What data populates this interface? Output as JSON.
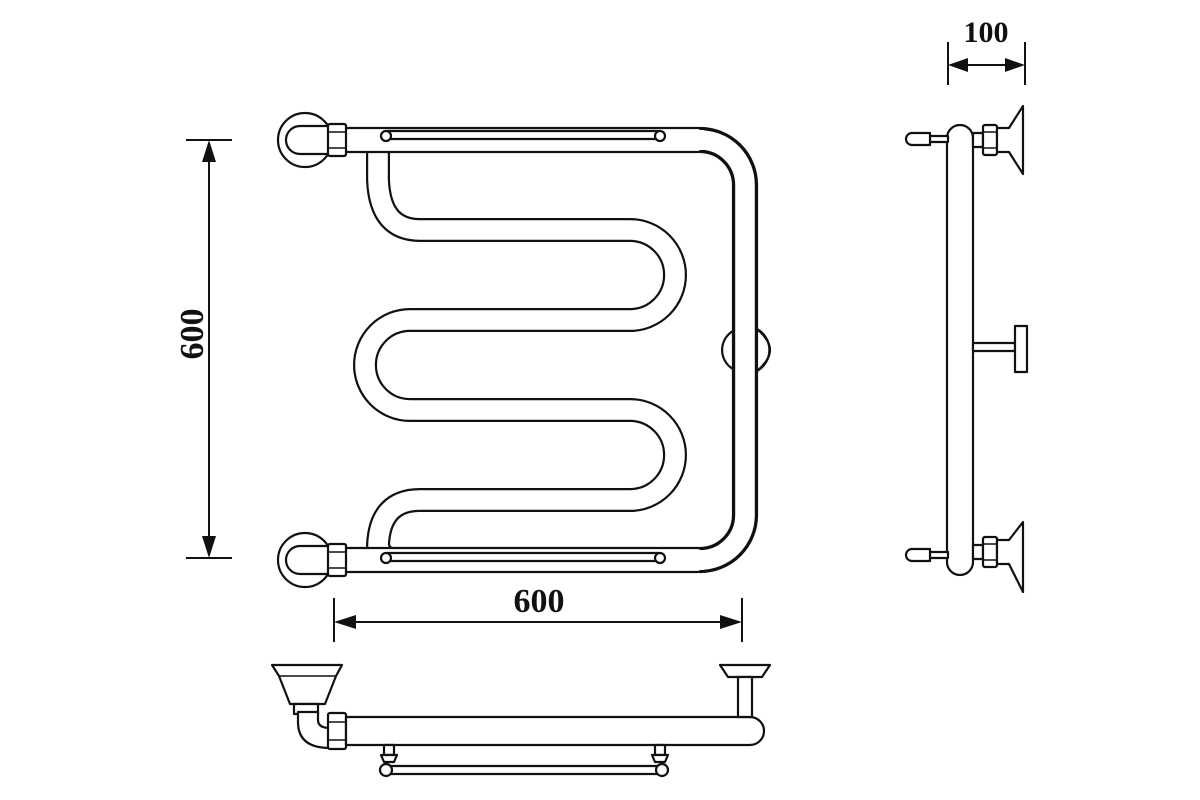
{
  "dimensions": {
    "height_label": "600",
    "width_label": "600",
    "depth_label": "100"
  },
  "colors": {
    "line": "#111111",
    "background": "#ffffff"
  }
}
